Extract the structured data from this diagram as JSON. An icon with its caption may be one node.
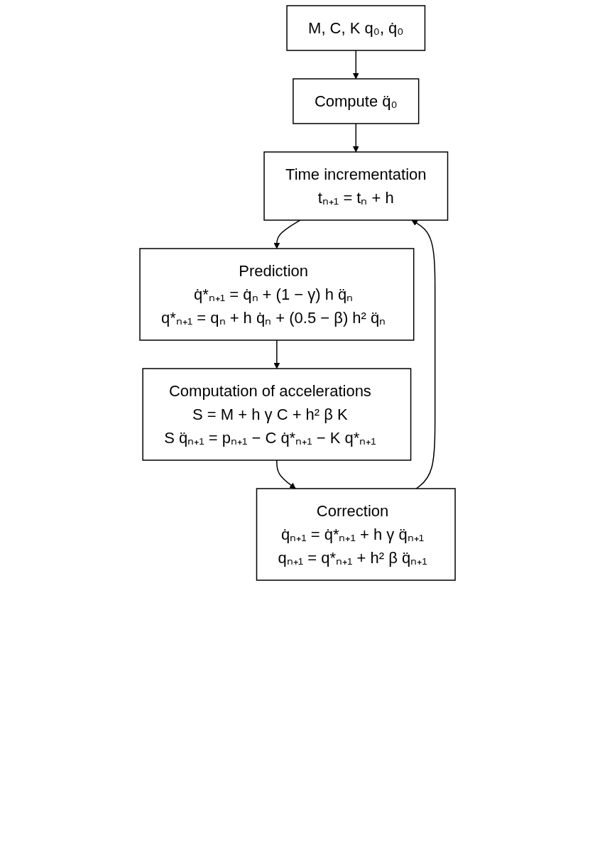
{
  "diagram": {
    "nodes": [
      {
        "text": [
          "M, C, K   q₀, q̇₀"
        ]
      },
      {
        "text": [
          "Compute q̈₀"
        ]
      },
      {
        "text": [
          "Time incrementation",
          "tₙ₊₁ = tₙ + h"
        ]
      },
      {
        "text": [
          "Prediction",
          "q̇*ₙ₊₁ = q̇ₙ + (1 − γ) h q̈ₙ",
          "q*ₙ₊₁ = qₙ + h q̇ₙ + (0.5 − β) h² q̈ₙ"
        ]
      },
      {
        "text": [
          "Computation of accelerations",
          "S = M + h γ C + h² β K",
          "S q̈ₙ₊₁ = pₙ₊₁ − C q̇*ₙ₊₁ − K q*ₙ₊₁"
        ]
      },
      {
        "text": [
          "Correction",
          "q̇ₙ₊₁ = q̇*ₙ₊₁ + h γ q̈ₙ₊₁",
          "qₙ₊₁ = q*ₙ₊₁ + h² β q̈ₙ₊₁"
        ]
      }
    ],
    "edges": [
      {
        "from": 0,
        "to": 1,
        "arrow": "to"
      },
      {
        "from": 1,
        "to": 2,
        "arrow": "to"
      },
      {
        "from": 2,
        "to": 3,
        "arrow": "to"
      },
      {
        "from": 3,
        "to": 4,
        "arrow": "to"
      },
      {
        "from": 4,
        "to": 5,
        "arrow": "to"
      },
      {
        "from": 5,
        "to": 2,
        "arrow": "to"
      }
    ]
  }
}
